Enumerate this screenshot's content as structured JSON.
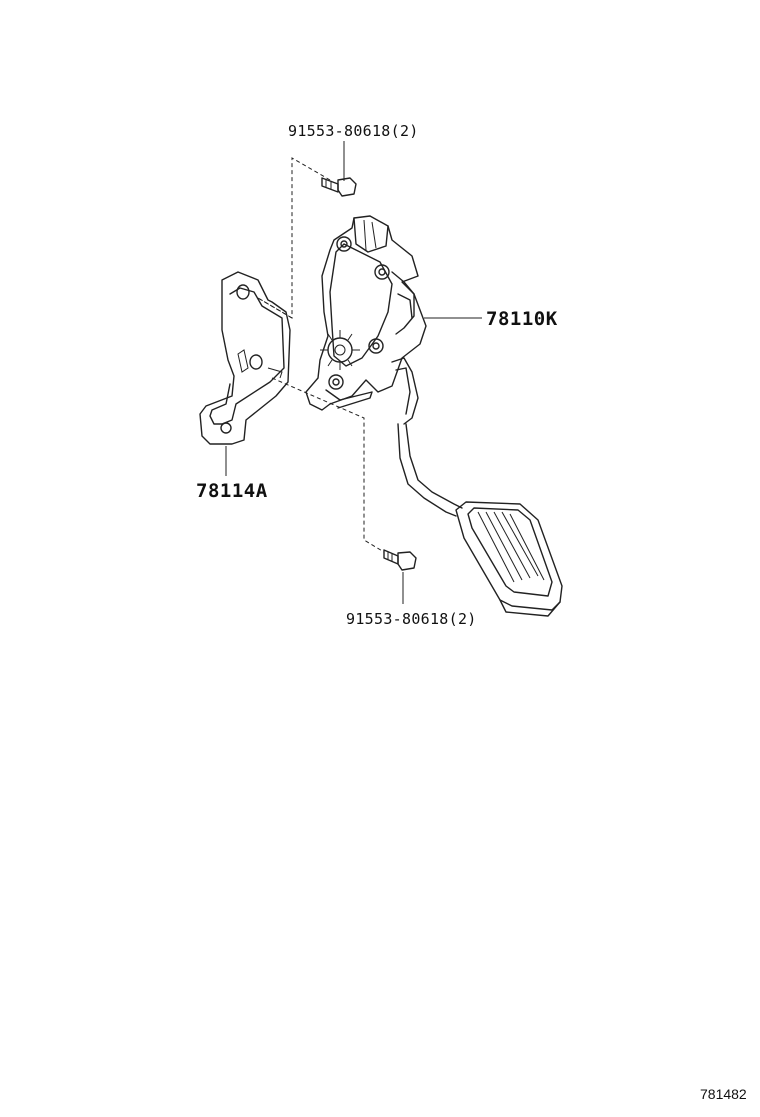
{
  "parts": {
    "bolt_top": "91553-80618(2)",
    "pedal_assembly": "78110K",
    "bracket": "78114A",
    "bolt_bottom": "91553-80618(2)"
  },
  "illustration_id": "781482"
}
